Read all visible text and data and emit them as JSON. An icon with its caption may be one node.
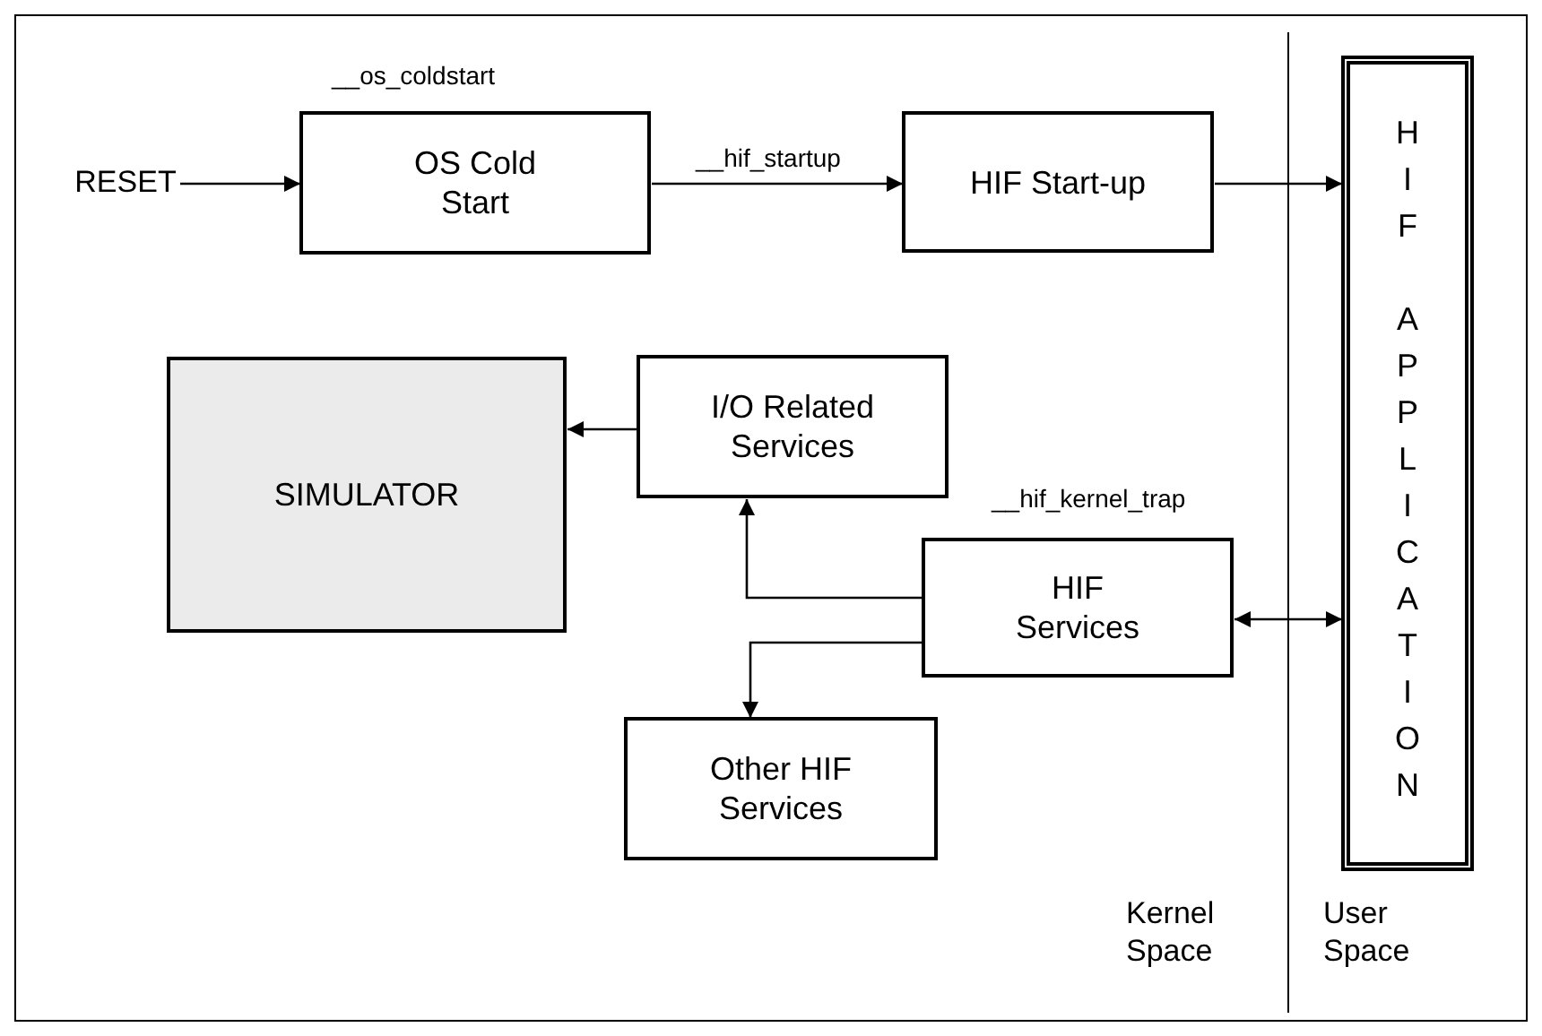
{
  "diagram": {
    "nodes": [
      {
        "text": [
          "RESET"
        ]
      },
      {
        "text": [
          "OS Cold Start"
        ],
        "beside": [
          "__os_coldstart"
        ]
      },
      {
        "text": [
          "HIF Start-up"
        ]
      },
      {
        "text": [
          "HIF APPLICATION"
        ]
      },
      {
        "text": [
          "SIMULATOR"
        ]
      },
      {
        "text": [
          "I/O Related Services"
        ]
      },
      {
        "text": [
          "HIF Services"
        ],
        "beside": [
          "__hif_kernel_trap"
        ]
      },
      {
        "text": [
          "Other HIF Services"
        ]
      }
    ],
    "edges": [
      {
        "from": 0,
        "to": 1,
        "arrow": "to"
      },
      {
        "from": 1,
        "to": 2,
        "arrow": "to",
        "label": "__hif_startup"
      },
      {
        "from": 2,
        "to": 3,
        "arrow": "to"
      },
      {
        "from": 5,
        "to": 4,
        "arrow": "to"
      },
      {
        "from": 6,
        "to": 5,
        "arrow": "to"
      },
      {
        "from": 6,
        "to": 3,
        "arrow": "both"
      },
      {
        "from": 6,
        "to": 7,
        "arrow": "to"
      }
    ],
    "labels": [
      "Kernel Space",
      "User Space"
    ]
  }
}
